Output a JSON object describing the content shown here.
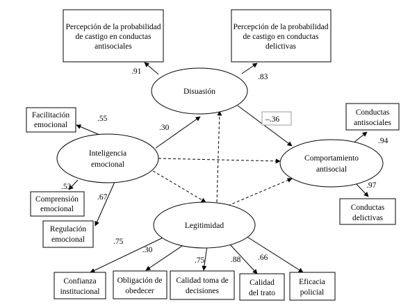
{
  "constructs": {
    "disuasion": "Disuasión",
    "inteligencia": [
      "Inteligencia",
      "emocional"
    ],
    "legitimidad": "Legitimidad",
    "comportamiento": [
      "Comportamiento",
      "antisocial"
    ]
  },
  "indicators": {
    "castigo_antisociales": [
      "Percepción de la probabilidad",
      "de castigo en conductas",
      "antisociales"
    ],
    "castigo_delictivas": [
      "Percepción de la probabilidad",
      "de castigo en conductas",
      "delictivas"
    ],
    "facilitacion": [
      "Facilitación",
      "emocional"
    ],
    "comprension": [
      "Comprensión",
      "emocional"
    ],
    "regulacion": [
      "Regulación",
      "emocional"
    ],
    "conductas_antisociales": [
      "Conductas",
      "antisociales"
    ],
    "conductas_delictivas": [
      "Conductas",
      "delictivas"
    ],
    "confianza": [
      "Confianza",
      "institucional"
    ],
    "obligacion": [
      "Obligación de",
      "obedecer"
    ],
    "calidad_decisiones": [
      "Calidad toma de",
      "decisiones"
    ],
    "calidad_trato": [
      "Calidad",
      "del trato"
    ],
    "eficacia": [
      "Eficacia",
      "policial"
    ]
  },
  "coefficients": {
    "castigo_antisociales": ".91",
    "castigo_delictivas": ".83",
    "facilitacion": ".55",
    "ie_disuasion": ".30",
    "disuasion_comportamiento": "–.36",
    "comprension": ".53",
    "regulacion": ".67",
    "conductas_antisociales": ".94",
    "conductas_delictivas": ".97",
    "confianza": ".75",
    "obligacion": ".30",
    "calidad_decisiones": ".75",
    "calidad_trato": ".88",
    "eficacia": ".66"
  }
}
